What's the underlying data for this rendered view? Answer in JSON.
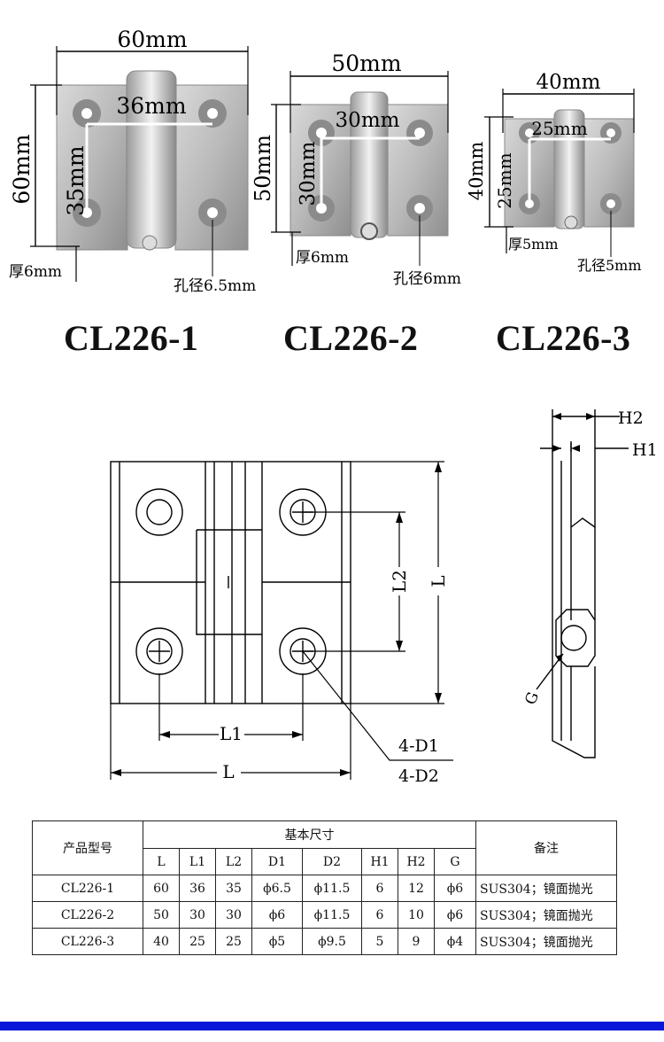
{
  "photos": [
    {
      "model": "CL226-1",
      "width": "60mm",
      "height": "60mm",
      "pitch_x": "36mm",
      "pitch_y": "35mm",
      "thickness": "厚6mm",
      "hole": "孔径6.5mm"
    },
    {
      "model": "CL226-2",
      "width": "50mm",
      "height": "50mm",
      "pitch_x": "30mm",
      "pitch_y": "30mm",
      "thickness": "厚6mm",
      "hole": "孔径6mm"
    },
    {
      "model": "CL226-3",
      "width": "40mm",
      "height": "40mm",
      "pitch_x": "25mm",
      "pitch_y": "25mm",
      "thickness": "厚5mm",
      "hole": "孔径5mm"
    }
  ],
  "drawing": {
    "labels": {
      "L_bottom": "L",
      "L1": "L1",
      "L2": "L2",
      "L_right": "L",
      "D1": "4-D1",
      "D2": "4-D2",
      "H1": "H1",
      "H2": "H2",
      "G": "G"
    }
  },
  "table": {
    "header_model": "产品型号",
    "header_basic": "基本尺寸",
    "header_note": "备注",
    "columns": [
      "L",
      "L1",
      "L2",
      "D1",
      "D2",
      "H1",
      "H2",
      "G"
    ],
    "rows": [
      {
        "model": "CL226-1",
        "values": [
          "60",
          "36",
          "35",
          "ϕ6.5",
          "ϕ11.5",
          "6",
          "12",
          "ϕ6"
        ],
        "note": "SUS304；镜面抛光"
      },
      {
        "model": "CL226-2",
        "values": [
          "50",
          "30",
          "30",
          "ϕ6",
          "ϕ11.5",
          "6",
          "10",
          "ϕ6"
        ],
        "note": "SUS304；镜面抛光"
      },
      {
        "model": "CL226-3",
        "values": [
          "40",
          "25",
          "25",
          "ϕ5",
          "ϕ9.5",
          "5",
          "9",
          "ϕ4"
        ],
        "note": "SUS304；镜面抛光"
      }
    ]
  },
  "colors": {
    "accent_bar": "#0a17d8"
  }
}
